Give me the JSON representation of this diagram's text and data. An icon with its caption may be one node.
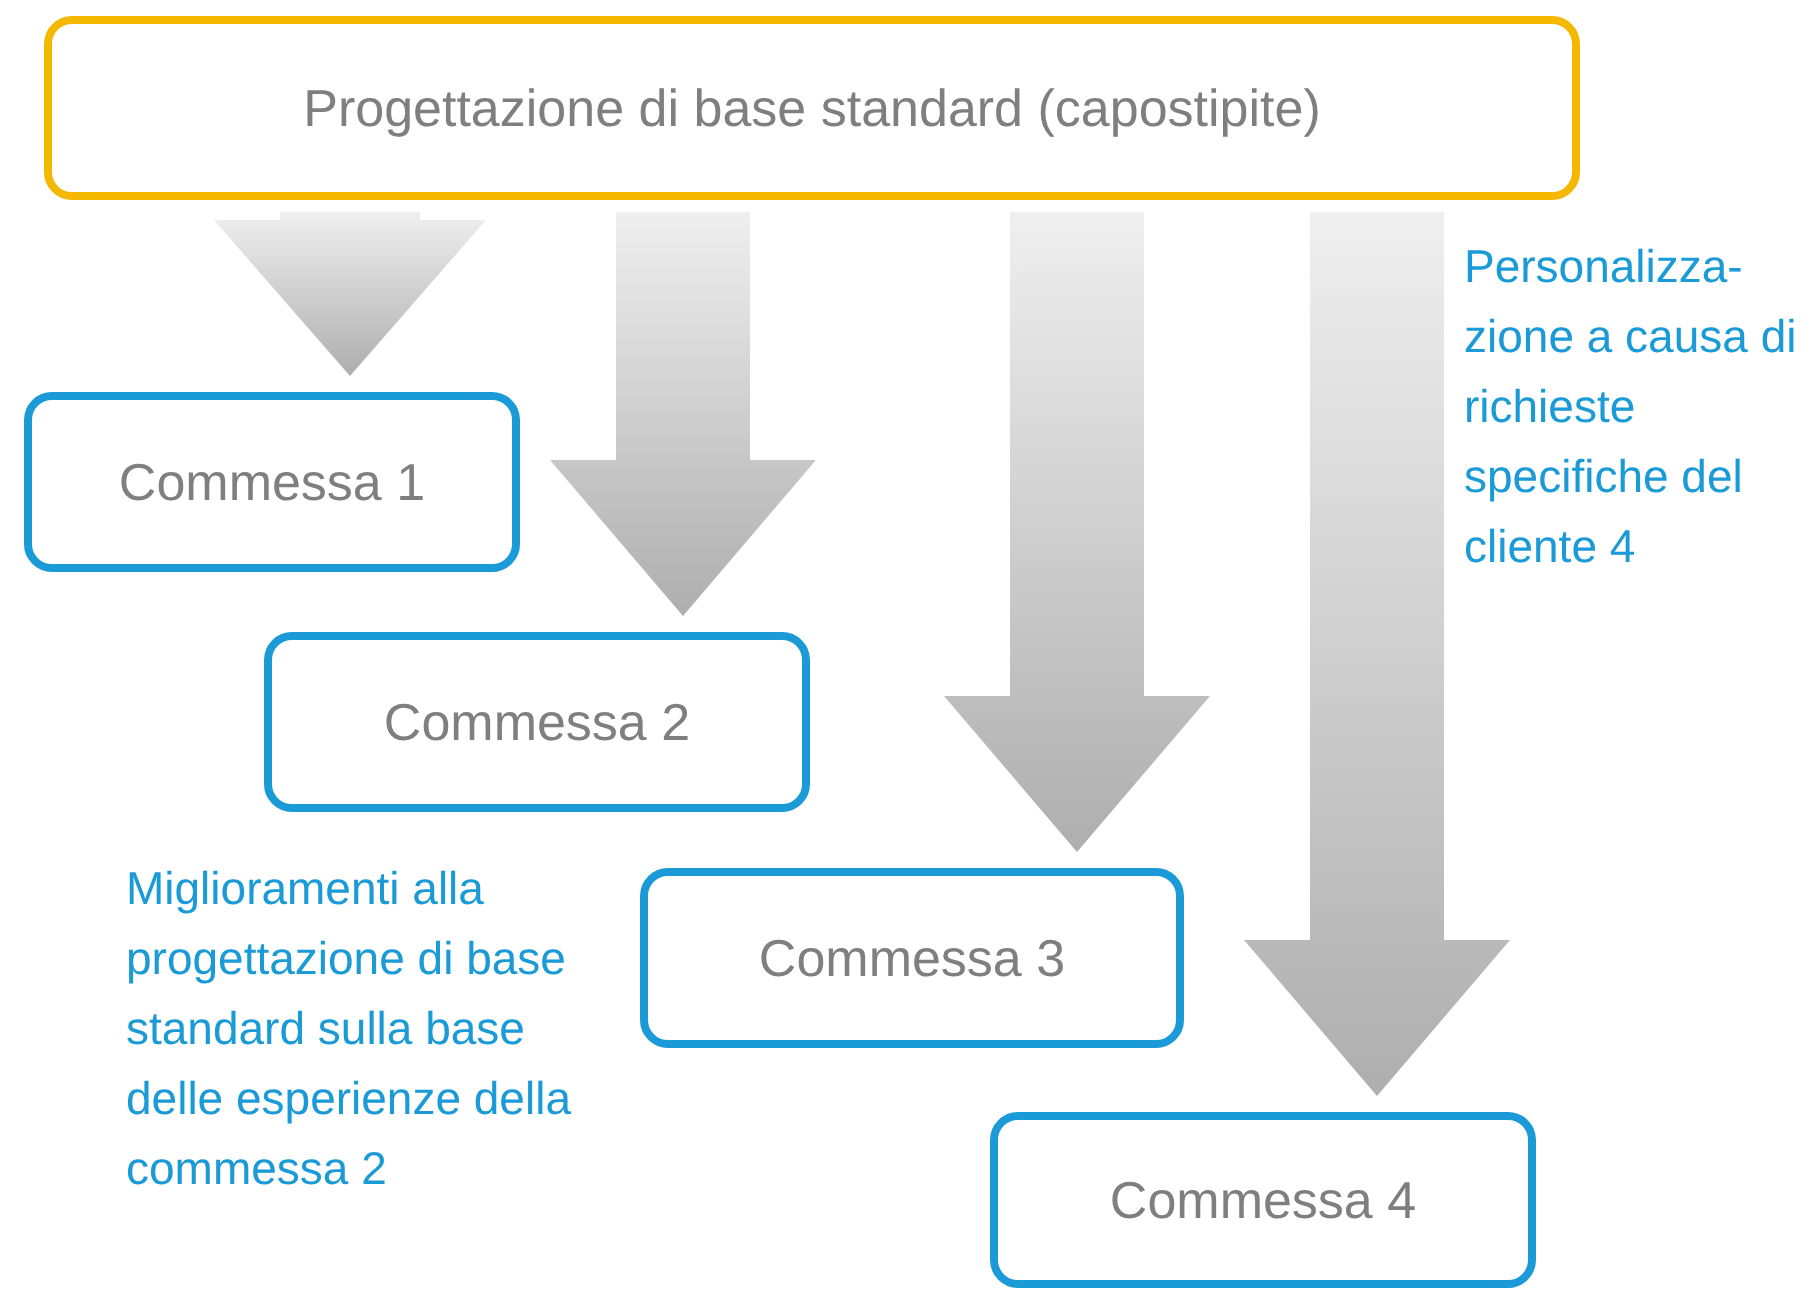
{
  "diagram": {
    "nodes": [
      {
        "text": [
          "Progettazione di base standard (capostipite)"
        ]
      },
      {
        "text": [
          "Commessa 1"
        ]
      },
      {
        "text": [
          "Commessa 2"
        ]
      },
      {
        "text": [
          "Commessa 3"
        ]
      },
      {
        "text": [
          "Commessa 4"
        ]
      }
    ],
    "edges": [
      {
        "from": 0,
        "to": 1,
        "arrow": "to"
      },
      {
        "from": 0,
        "to": 2,
        "arrow": "to"
      },
      {
        "from": 0,
        "to": 3,
        "arrow": "to"
      },
      {
        "from": 0,
        "to": 4,
        "arrow": "to"
      }
    ],
    "labels": [
      "Personalizza- zione a causa di richieste specifiche del cliente 4",
      "Miglioramenti alla progettazione di base standard sulla base delle esperienze della commessa 2"
    ]
  }
}
